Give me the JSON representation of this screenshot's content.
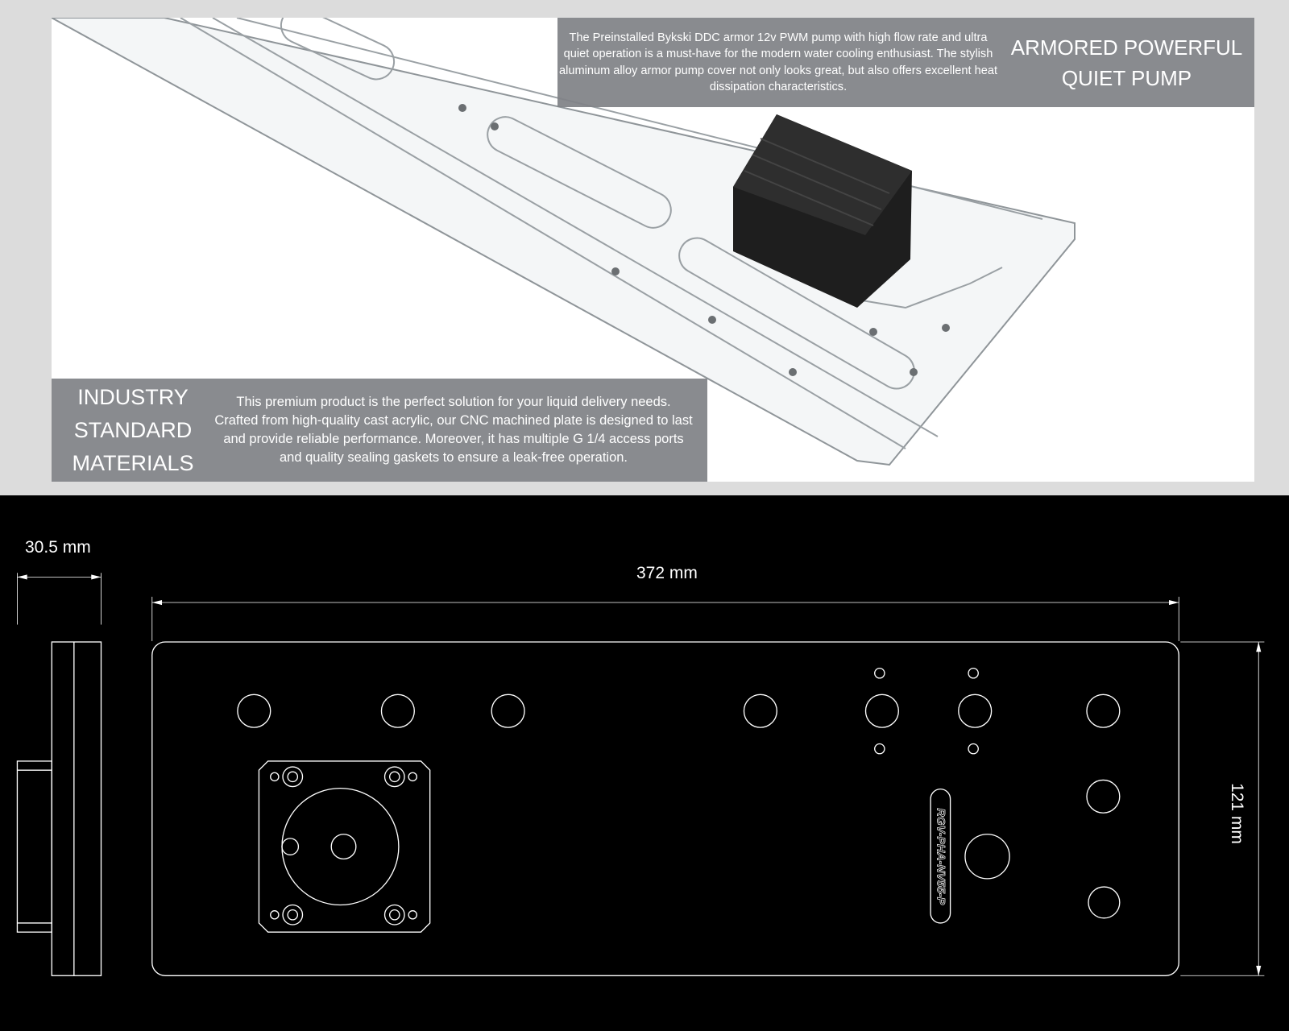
{
  "pump_box": {
    "title": "ARMORED POWERFUL QUIET PUMP",
    "description": "The Preinstalled Bykski DDC armor 12v PWM pump with high flow rate and ultra quiet operation is a must-have for the modern water cooling enthusiast. The stylish aluminum alloy armor pump cover not only looks great, but also offers excellent heat dissipation characteristics."
  },
  "materials_box": {
    "title": "INDUSTRY STANDARD MATERIALS",
    "description": "This premium product is the perfect solution for your liquid delivery needs. Crafted from high-quality cast acrylic, our CNC machined plate is designed to last and provide reliable performance. Moreover, it has multiple G 1/4 access ports and quality sealing gaskets to ensure a leak-free operation."
  },
  "dimensions": {
    "thickness": "30.5 mm",
    "length": "372 mm",
    "height": "121 mm"
  },
  "engraving": "RGV-PHA-NV55-P",
  "colors": {
    "panel_bg": "#dcdcdc",
    "box_grey": "#808286",
    "drawing_bg": "#000000"
  }
}
